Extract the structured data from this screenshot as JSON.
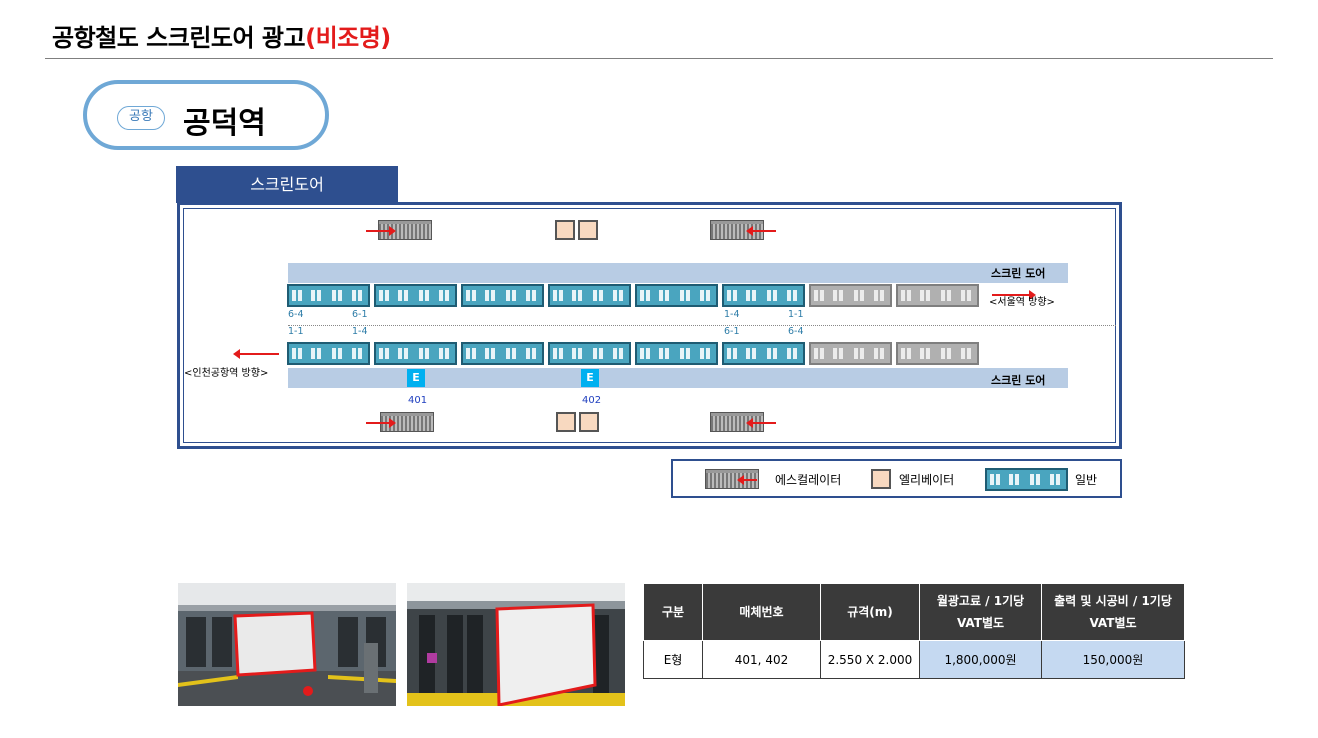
{
  "header": {
    "title": "공항철도 스크린도어 광고",
    "title_highlight": "(비조명)"
  },
  "station": {
    "badge": "공항",
    "name": "공덕역"
  },
  "map": {
    "tab_label": "스크린도어",
    "band_top_label": "스크린 도어",
    "band_bottom_label": "스크린 도어",
    "dir_right": "<서울역 방향>",
    "dir_left": "<인천공항역 방향>",
    "top_car_labels": [
      "6-4",
      "6-1",
      "1-4",
      "1-1"
    ],
    "bottom_car_labels": [
      "1-1",
      "1-4",
      "6-1",
      "6-4"
    ],
    "e_badge": "E",
    "e_numbers": [
      "401",
      "402"
    ]
  },
  "legend": {
    "escalator": "에스컬레이터",
    "elevator": "엘리베이터",
    "general": "일반"
  },
  "table": {
    "headers": [
      "구분",
      "매체번호",
      "규격(m)",
      "월광고료 / 1기당",
      "출력 및 시공비 / 1기당"
    ],
    "header_sub": [
      "",
      "",
      "",
      "VAT별도",
      "VAT별도"
    ],
    "row": [
      "E형",
      "401, 402",
      "2.550 X 2.000",
      "1,800,000원",
      "150,000원"
    ]
  },
  "colors": {
    "accent_blue": "#2e4f8f",
    "highlight_red": "#e31b1b",
    "band": "#b8cce4",
    "car": "#4aa5bf"
  }
}
